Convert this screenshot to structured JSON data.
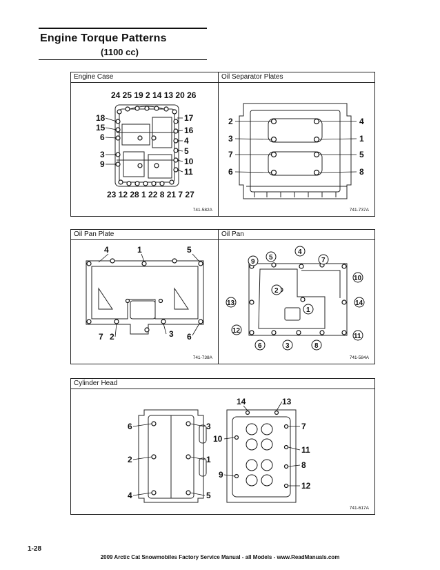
{
  "title": {
    "main": "Engine Torque Patterns",
    "sub": "(1100 cc)"
  },
  "row1": {
    "left": {
      "label": "Engine Case",
      "code": "741-582A",
      "numbers": [
        "24 25 19  2  14 13 20 26",
        "18",
        "15",
        "6",
        "3",
        "9",
        "17",
        "16",
        "4",
        "5",
        "10",
        "11",
        "23 12 28  1  22  8  21  7  27"
      ]
    },
    "right": {
      "label": "Oil Separator Plates",
      "code": "741-737A",
      "numbers": [
        "2",
        "3",
        "7",
        "6",
        "4",
        "1",
        "5",
        "8"
      ]
    }
  },
  "row2": {
    "left": {
      "label": "Oil Pan Plate",
      "code": "741-738A",
      "numbers": [
        "4",
        "1",
        "5",
        "7",
        "2",
        "3",
        "6"
      ]
    },
    "right": {
      "label": "Oil Pan",
      "code": "741-584A",
      "numbers": [
        "9",
        "5",
        "4",
        "7",
        "10",
        "2",
        "1",
        "13",
        "14",
        "12",
        "11",
        "6",
        "3",
        "8"
      ]
    }
  },
  "row3": {
    "label": "Cylinder Head",
    "code": "741-617A",
    "numbers": [
      "6",
      "3",
      "2",
      "1",
      "4",
      "5",
      "14",
      "13",
      "7",
      "10",
      "11",
      "8",
      "9",
      "12"
    ]
  },
  "footer": {
    "page": "1-28",
    "text": "2009 Arctic Cat Snowmobiles Factory Service Manual - all Models  -  www.ReadManuals.com"
  }
}
